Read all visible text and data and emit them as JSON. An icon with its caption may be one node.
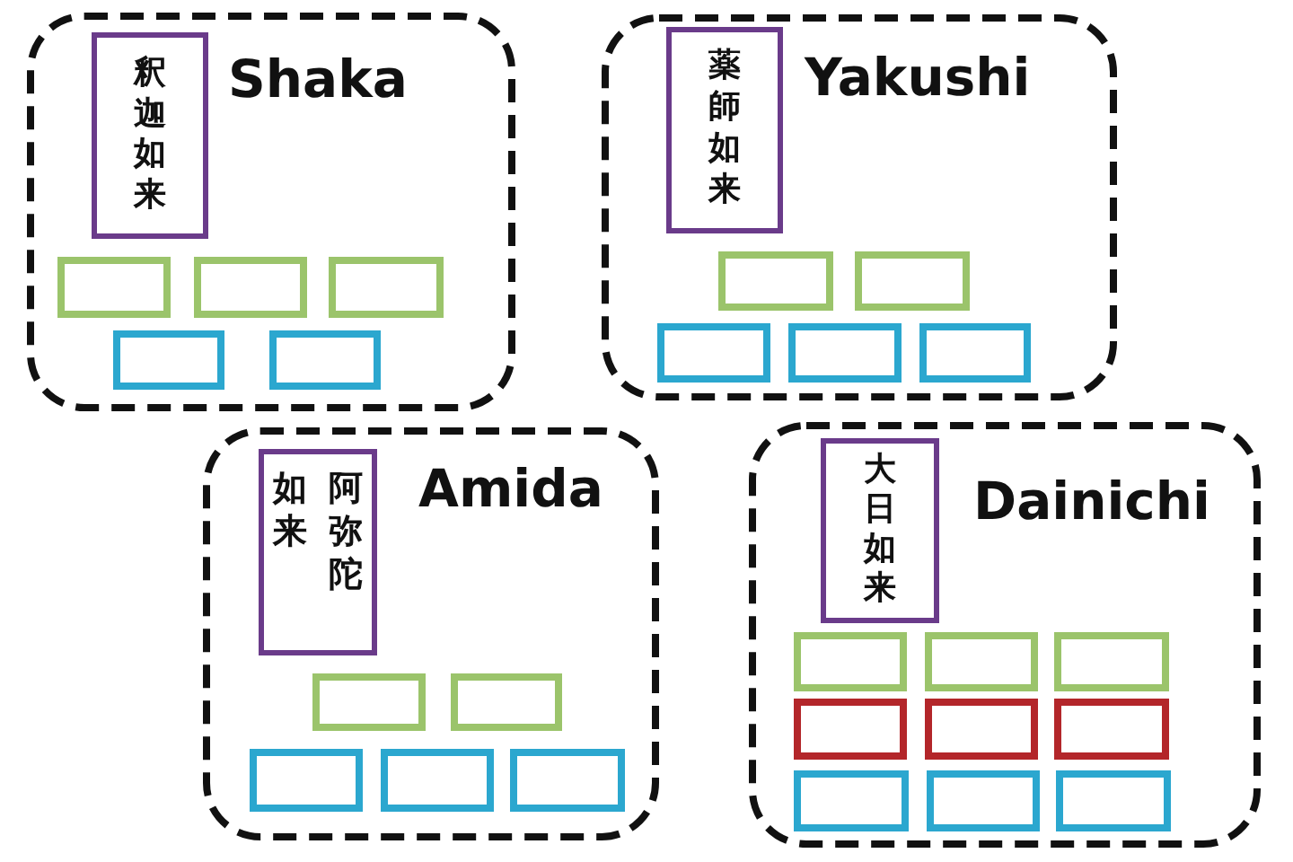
{
  "diagram": {
    "nodes": [
      {
        "text": [
          "Shaka"
        ]
      },
      {
        "text": [
          "釈迦如来"
        ],
        "in": 0
      },
      {
        "text": [],
        "shape": "box",
        "in": 0
      },
      {
        "text": [],
        "shape": "box",
        "in": 0
      },
      {
        "text": [],
        "shape": "box",
        "in": 0
      },
      {
        "text": [],
        "shape": "box",
        "in": 0
      },
      {
        "text": [],
        "shape": "box",
        "in": 0
      },
      {
        "text": [
          "Yakushi"
        ]
      },
      {
        "text": [
          "薬師如来"
        ],
        "in": 7
      },
      {
        "text": [],
        "shape": "box",
        "in": 7
      },
      {
        "text": [],
        "shape": "box",
        "in": 7
      },
      {
        "text": [],
        "shape": "box",
        "in": 7
      },
      {
        "text": [],
        "shape": "box",
        "in": 7
      },
      {
        "text": [],
        "shape": "box",
        "in": 7
      },
      {
        "text": [
          "Amida"
        ]
      },
      {
        "text": [
          "阿弥陀如来"
        ],
        "in": 14
      },
      {
        "text": [],
        "shape": "box",
        "in": 14
      },
      {
        "text": [],
        "shape": "box",
        "in": 14
      },
      {
        "text": [],
        "shape": "box",
        "in": 14
      },
      {
        "text": [],
        "shape": "box",
        "in": 14
      },
      {
        "text": [],
        "shape": "box",
        "in": 14
      },
      {
        "text": [
          "Dainichi"
        ]
      },
      {
        "text": [
          "大日如来"
        ],
        "in": 21
      },
      {
        "text": [],
        "shape": "box",
        "in": 21
      },
      {
        "text": [],
        "shape": "box",
        "in": 21
      },
      {
        "text": [],
        "shape": "box",
        "in": 21
      },
      {
        "text": [],
        "shape": "box",
        "in": 21
      },
      {
        "text": [],
        "shape": "box",
        "in": 21
      },
      {
        "text": [],
        "shape": "box",
        "in": 21
      },
      {
        "text": [],
        "shape": "box",
        "in": 21
      },
      {
        "text": [],
        "shape": "box",
        "in": 21
      },
      {
        "text": [],
        "shape": "box",
        "in": 21
      }
    ]
  }
}
